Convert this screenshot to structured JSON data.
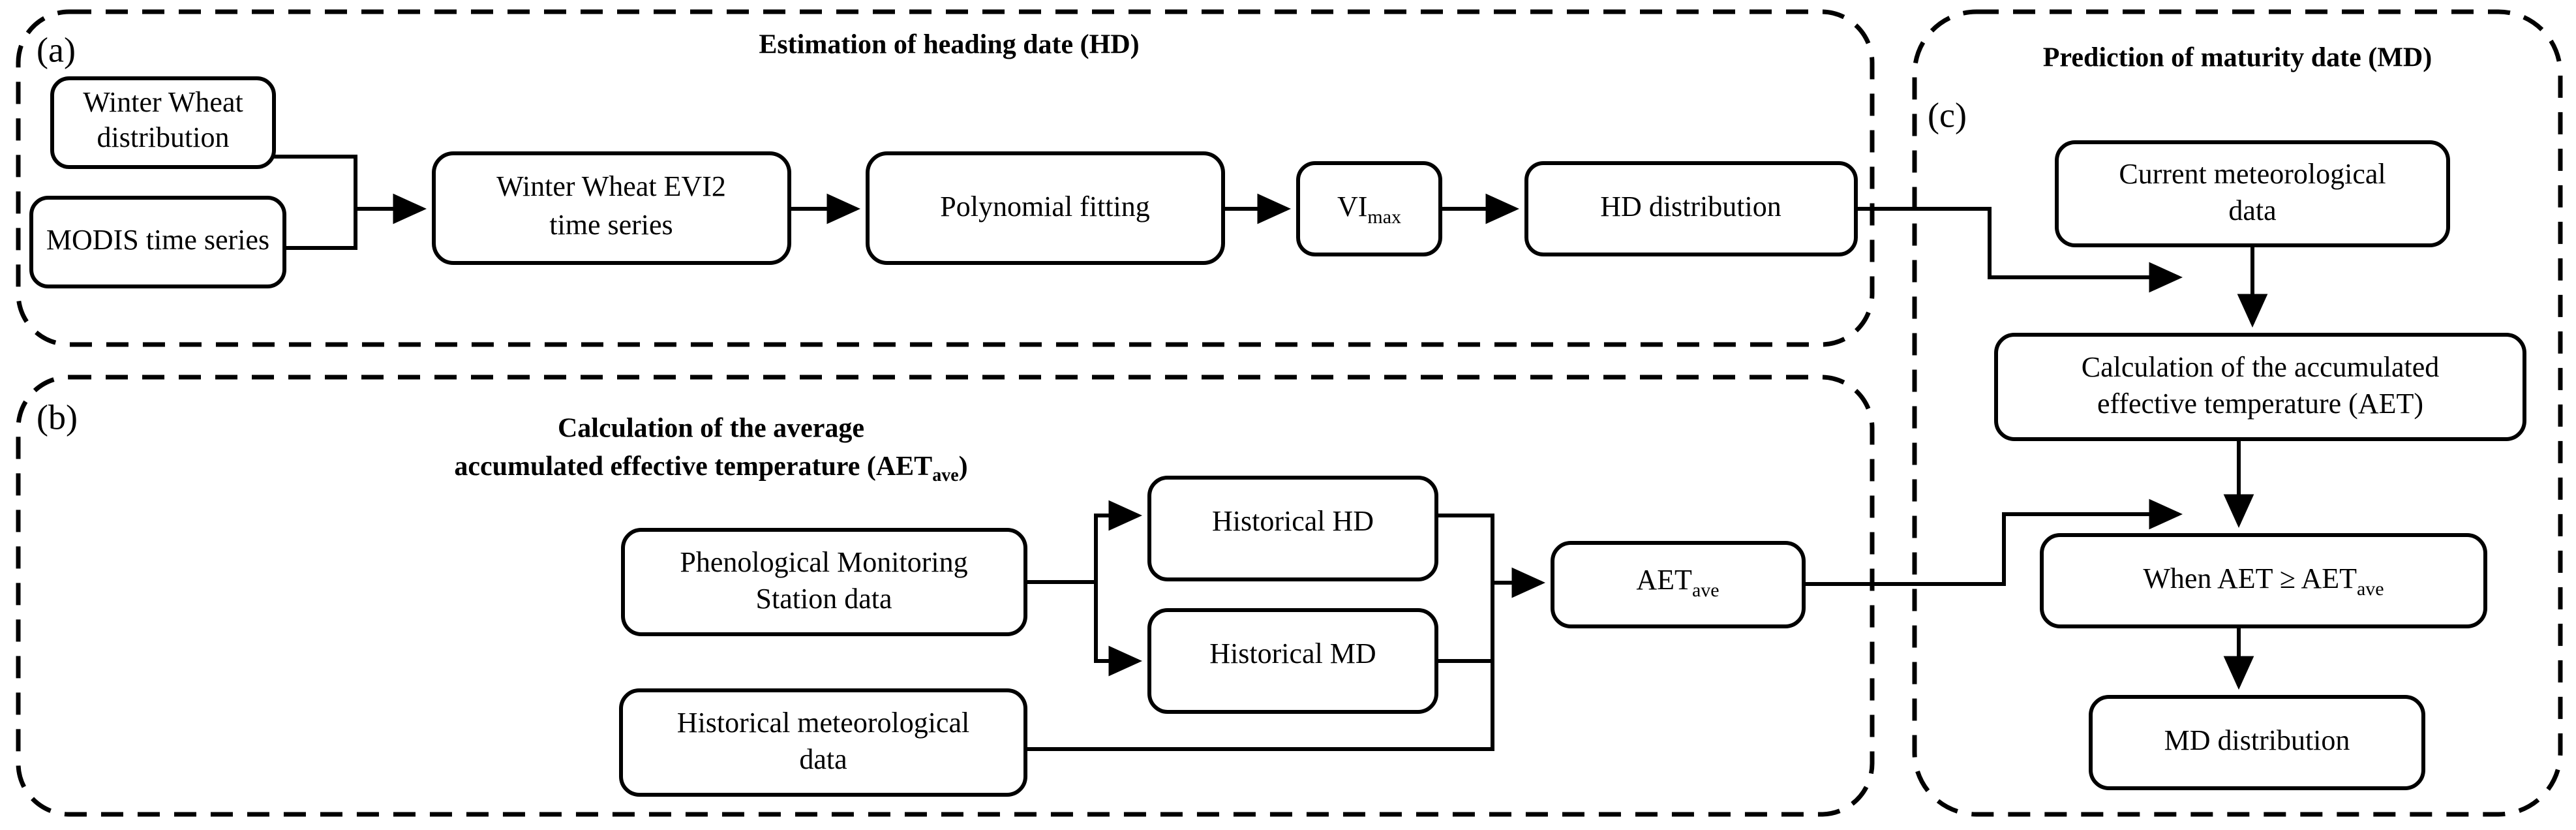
{
  "figure": {
    "type": "flowchart",
    "panels": [
      {
        "tag": "(a)",
        "title": "Estimation of heading date (HD)",
        "nodes": [
          {
            "id": "winter-wheat-distribution",
            "label_line1": "Winter Wheat",
            "label_line2": "distribution"
          },
          {
            "id": "modis-time-series",
            "label_line1": "MODIS time series",
            "label_line2": ""
          },
          {
            "id": "winter-wheat-evi2-time-series",
            "label_line1": "Winter Wheat EVI2",
            "label_line2": "time series"
          },
          {
            "id": "polynomial-fitting",
            "label_line1": "Polynomial fitting",
            "label_line2": ""
          },
          {
            "id": "vi-max",
            "label_base": "VI",
            "label_sub": "max"
          },
          {
            "id": "hd-distribution",
            "label_line1": "HD distribution",
            "label_line2": ""
          }
        ]
      },
      {
        "tag": "(b)",
        "title_line1": "Calculation of the average",
        "title_line2_pre": "accumulated effective temperature  (AET",
        "title_line2_sub": "ave",
        "title_line2_post": ")",
        "nodes": [
          {
            "id": "phenological-monitoring-station-data",
            "label_line1": "Phenological Monitoring",
            "label_line2": "Station data"
          },
          {
            "id": "historical-meteorological-data",
            "label_line1": "Historical meteorological",
            "label_line2": "data"
          },
          {
            "id": "historical-hd",
            "label_line1": "Historical HD",
            "label_line2": ""
          },
          {
            "id": "historical-md",
            "label_line1": "Historical MD",
            "label_line2": ""
          },
          {
            "id": "aet-ave",
            "label_base": "AET",
            "label_sub": "ave"
          }
        ]
      },
      {
        "tag": "(c)",
        "title": "Prediction of maturity date (MD)",
        "nodes": [
          {
            "id": "current-meteorological-data",
            "label_line1": "Current meteorological",
            "label_line2": "data"
          },
          {
            "id": "calculation-of-aet",
            "label_line1": "Calculation of the accumulated",
            "label_line2": "effective temperature (AET)"
          },
          {
            "id": "when-aet-condition",
            "label_pre": "When  AET ≥ AET",
            "label_sub": "ave"
          },
          {
            "id": "md-distribution",
            "label_line1": "MD distribution",
            "label_line2": ""
          }
        ]
      }
    ],
    "colors": {
      "stroke": "#000000",
      "fill": "#ffffff",
      "background": "#ffffff"
    }
  }
}
